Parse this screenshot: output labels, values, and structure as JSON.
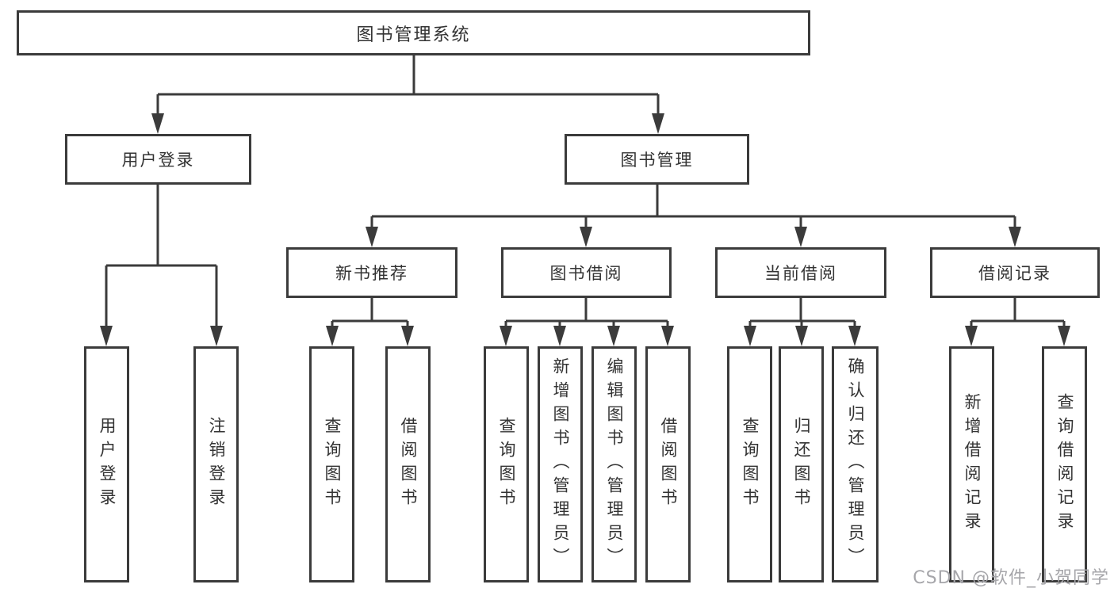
{
  "colors": {
    "line": "#3b3b3b",
    "text": "#333333",
    "bg": "#ffffff",
    "watermark": "#a6a6aa"
  },
  "watermark": {
    "text": "CSDN @软件_小贺同学"
  },
  "nodes": {
    "root": {
      "label": "图书管理系统"
    },
    "user_login": {
      "label": "用户登录"
    },
    "book_mgmt": {
      "label": "图书管理"
    },
    "new_book_rec": {
      "label": "新书推荐"
    },
    "book_borrow": {
      "label": "图书借阅"
    },
    "current_borrow": {
      "label": "当前借阅"
    },
    "borrow_records": {
      "label": "借阅记录"
    },
    "leaf_user_login": {
      "label": "用户登录"
    },
    "leaf_logout": {
      "label": "注销登录"
    },
    "leaf_query_book_1": {
      "label": "查询图书"
    },
    "leaf_borrow_book_1": {
      "label": "借阅图书"
    },
    "leaf_query_book_2": {
      "label": "查询图书"
    },
    "leaf_add_book": {
      "label": "新增图书（管理员）"
    },
    "leaf_edit_book": {
      "label": "编辑图书（管理员）"
    },
    "leaf_borrow_book_2": {
      "label": "借阅图书"
    },
    "leaf_query_book_3": {
      "label": "查询图书"
    },
    "leaf_return_book": {
      "label": "归还图书"
    },
    "leaf_confirm_return": {
      "label": "确认归还（管理员）"
    },
    "leaf_add_borrow_record": {
      "label": "新增借阅记录"
    },
    "leaf_query_borrow_record": {
      "label": "查询借阅记录"
    }
  },
  "hierarchy": {
    "root": [
      "user_login",
      "book_mgmt"
    ],
    "user_login": [
      "leaf_user_login",
      "leaf_logout"
    ],
    "book_mgmt": [
      "new_book_rec",
      "book_borrow",
      "current_borrow",
      "borrow_records"
    ],
    "new_book_rec": [
      "leaf_query_book_1",
      "leaf_borrow_book_1"
    ],
    "book_borrow": [
      "leaf_query_book_2",
      "leaf_add_book",
      "leaf_edit_book",
      "leaf_borrow_book_2"
    ],
    "current_borrow": [
      "leaf_query_book_3",
      "leaf_return_book",
      "leaf_confirm_return"
    ],
    "borrow_records": [
      "leaf_add_borrow_record",
      "leaf_query_borrow_record"
    ]
  }
}
